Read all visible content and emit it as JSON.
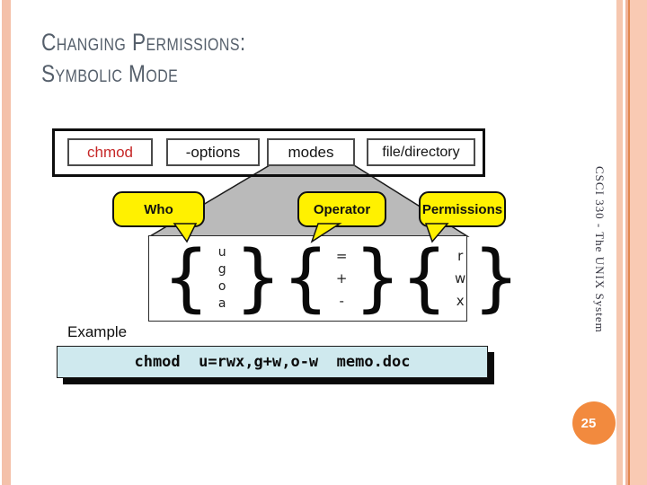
{
  "slide": {
    "title_line1": "Changing Permissions:",
    "title_line2": "Symbolic Mode",
    "sidebar_text": "CSCI 330 - The UNIX System",
    "page_number": "25"
  },
  "diagram": {
    "command_boxes": [
      {
        "label": "chmod",
        "text_color": "#c62828"
      },
      {
        "label": "-options"
      },
      {
        "label": "modes"
      },
      {
        "label": "file/directory"
      }
    ],
    "callouts": [
      {
        "label": "Who"
      },
      {
        "label": "Operator"
      },
      {
        "label": "Permissions"
      }
    ],
    "brace_groups": [
      {
        "items": [
          "u",
          "g",
          "o",
          "a"
        ]
      },
      {
        "items": [
          "=",
          "+",
          "-"
        ]
      },
      {
        "items": [
          "r",
          "w",
          "x"
        ]
      }
    ],
    "example_label": "Example",
    "example_command": "chmod  u=rwx,g+w,o-w  memo.doc"
  },
  "colors": {
    "callout_fill": "#fff100",
    "trapezoid_fill": "#bababa",
    "example_fill": "#cfe9ee",
    "badge_fill": "#f28a3e",
    "accent_stripe": "#f4c1aa",
    "title_text": "#555f6b",
    "chmod_red": "#c62828"
  }
}
